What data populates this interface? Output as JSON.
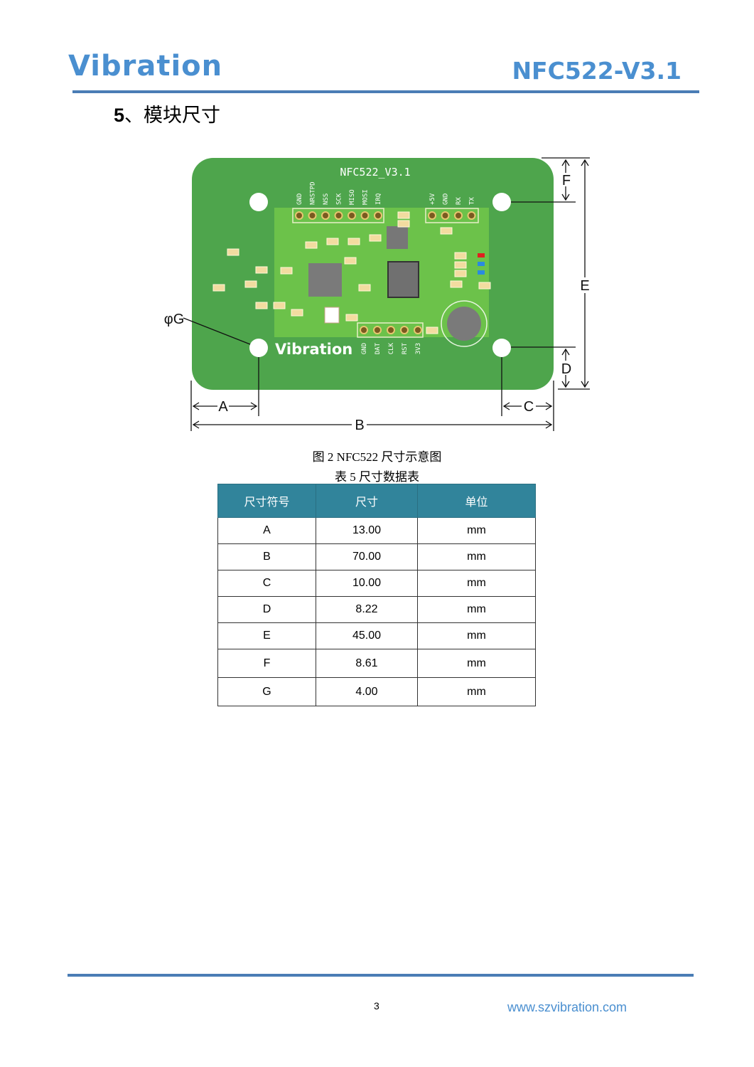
{
  "header": {
    "logo": "Vibration",
    "model": "NFC522-V3.1"
  },
  "section": {
    "number": "5",
    "title": "、模块尺寸"
  },
  "figure": {
    "board_label": "NFC522_V3.1",
    "board_logo": "Vibration",
    "top_left_pins": [
      "GND",
      "NRSTPD",
      "NSS",
      "SCK",
      "MISO",
      "MOSI",
      "IRQ"
    ],
    "top_right_pins": [
      "+5V",
      "GND",
      "RX",
      "TX"
    ],
    "bottom_pins": [
      "GND",
      "DAT",
      "CLK",
      "RST",
      "3V3"
    ],
    "dim_labels": {
      "A": "A",
      "B": "B",
      "C": "C",
      "D": "D",
      "E": "E",
      "F": "F",
      "G": "φG"
    },
    "caption": "图 2 NFC522 尺寸示意图"
  },
  "table": {
    "caption": "表 5 尺寸数据表",
    "headers": [
      "尺寸符号",
      "尺寸",
      "单位"
    ],
    "rows": [
      [
        "A",
        "13.00",
        "mm"
      ],
      [
        "B",
        "70.00",
        "mm"
      ],
      [
        "C",
        "10.00",
        "mm"
      ],
      [
        "D",
        "8.22",
        "mm"
      ],
      [
        "E",
        "45.00",
        "mm"
      ],
      [
        "F",
        "8.61",
        "mm"
      ],
      [
        "G",
        "4.00",
        "mm"
      ]
    ]
  },
  "footer": {
    "page": "3",
    "url": "www.szvibration.com"
  },
  "colors": {
    "brand": "#4a8fd0",
    "pcb": "#4ea54c",
    "table_header": "#31849b"
  }
}
